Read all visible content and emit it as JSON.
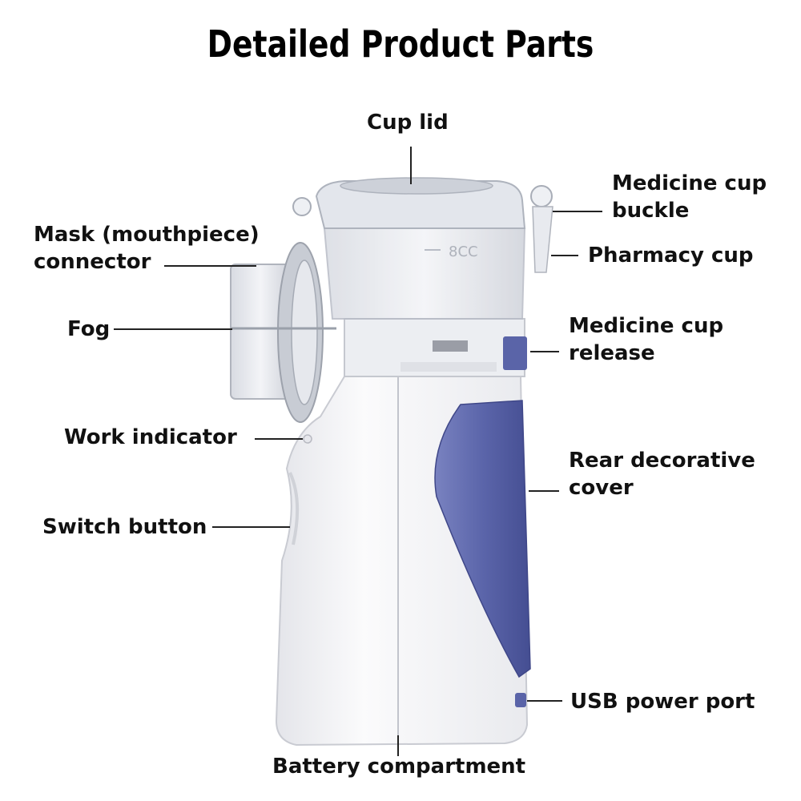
{
  "title": "Detailed Product Parts",
  "labels": {
    "cup_lid": "Cup lid",
    "medicine_cup_buckle_1": "Medicine cup",
    "medicine_cup_buckle_2": "buckle",
    "mask_connector_1": "Mask (mouthpiece)",
    "mask_connector_2": "connector",
    "pharmacy_cup": "Pharmacy cup",
    "fog": "Fog",
    "medicine_cup_release_1": "Medicine cup",
    "medicine_cup_release_2": "release",
    "work_indicator": "Work indicator",
    "rear_cover_1": "Rear decorative",
    "rear_cover_2": "cover",
    "switch_button": "Switch button",
    "usb_power_port": "USB power port",
    "battery_compartment": "Battery compartment"
  },
  "cup_marking": "8CC",
  "colors": {
    "accent_blue": "#5a64a8",
    "body_white": "#f4f4f6",
    "leader_line": "#222222"
  }
}
